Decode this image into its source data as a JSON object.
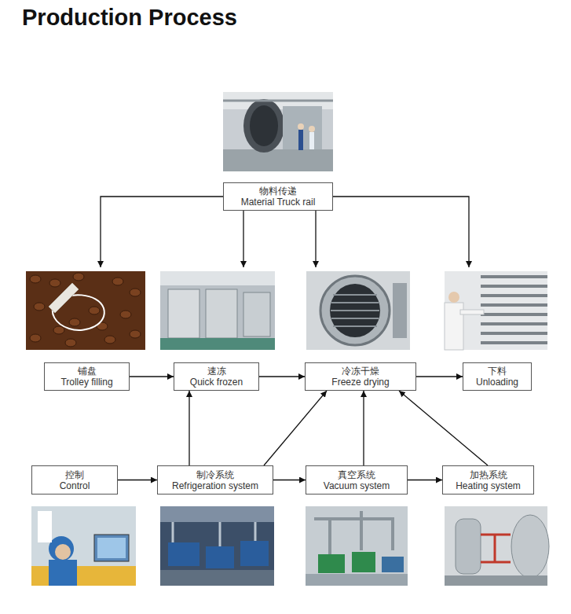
{
  "diagram": {
    "title": "Production Process",
    "nodes": [
      {
        "text": [
          "物料传递",
          "Material Truck rail"
        ]
      },
      {
        "text": [
          "铺盘",
          "Trolley filling"
        ]
      },
      {
        "text": [
          "速冻",
          "Quick frozen"
        ]
      },
      {
        "text": [
          "冷冻干燥",
          "Freeze drying"
        ]
      },
      {
        "text": [
          "下料",
          "Unloading"
        ]
      },
      {
        "text": [
          "控制",
          "Control"
        ]
      },
      {
        "text": [
          "制冷系统",
          "Refrigeration system"
        ]
      },
      {
        "text": [
          "真空系统",
          "Vacuum system"
        ]
      },
      {
        "text": [
          "加热系统",
          "Heating system"
        ]
      }
    ],
    "edges": [
      {
        "from": 0,
        "to": 1,
        "arrow": "to"
      },
      {
        "from": 0,
        "to": 2,
        "arrow": "to"
      },
      {
        "from": 0,
        "to": 3,
        "arrow": "to"
      },
      {
        "from": 0,
        "to": 4,
        "arrow": "to"
      },
      {
        "from": 1,
        "to": 2,
        "arrow": "to"
      },
      {
        "from": 2,
        "to": 3,
        "arrow": "to"
      },
      {
        "from": 3,
        "to": 4,
        "arrow": "to"
      },
      {
        "from": 5,
        "to": 6,
        "arrow": "to"
      },
      {
        "from": 6,
        "to": 7,
        "arrow": "to"
      },
      {
        "from": 7,
        "to": 8,
        "arrow": "to"
      },
      {
        "from": 6,
        "to": 2,
        "arrow": "to"
      },
      {
        "from": 6,
        "to": 3,
        "arrow": "to"
      },
      {
        "from": 7,
        "to": 3,
        "arrow": "to"
      },
      {
        "from": 8,
        "to": 3,
        "arrow": "to"
      }
    ]
  }
}
